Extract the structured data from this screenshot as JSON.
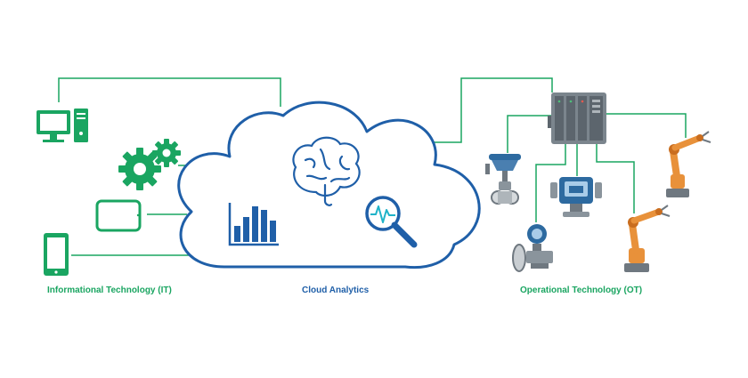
{
  "labels": {
    "it": "Informational Technology (IT)",
    "cloud": "Cloud Analytics",
    "ot": "Operational Technology (OT)"
  },
  "colors": {
    "it_green": "#1aa561",
    "cloud_blue": "#1f5fa8",
    "ot_gray": "#6f7880",
    "robot_orange": "#e8913a",
    "background": "#ffffff"
  },
  "icons": {
    "it": [
      "desktop-computer-icon",
      "gears-icon",
      "tablet-icon",
      "smartphone-icon"
    ],
    "cloud": [
      "bar-chart-icon",
      "brain-icon",
      "magnifier-waveform-icon"
    ],
    "ot": [
      "plc-controller-icon",
      "control-valve-icon",
      "pressure-transmitter-icon",
      "flow-meter-icon",
      "robot-arm-icon"
    ]
  }
}
